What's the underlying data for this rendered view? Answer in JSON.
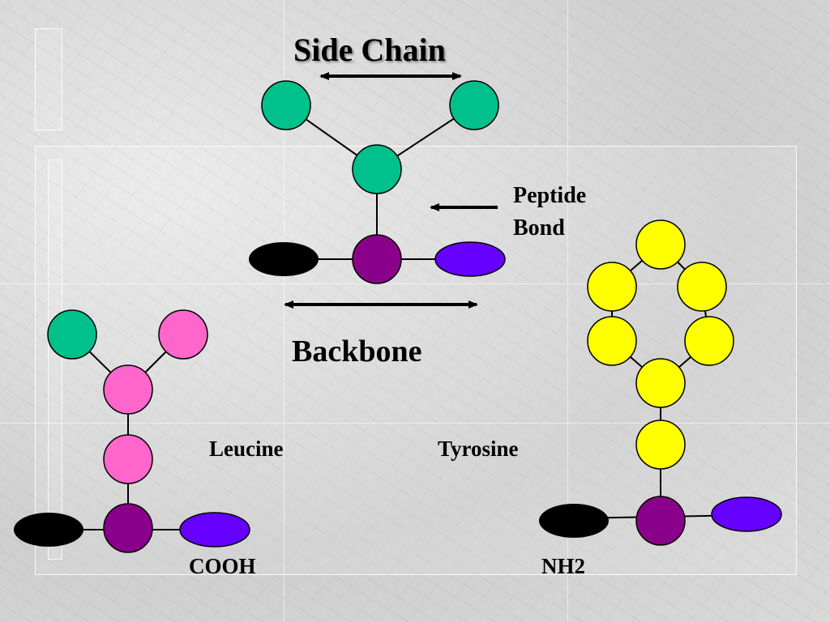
{
  "labels": {
    "side_chain": "Side Chain",
    "peptide_bond_line1": "Peptide",
    "peptide_bond_line2": "Bond",
    "backbone": "Backbone",
    "leucine": "Leucine",
    "tyrosine": "Tyrosine",
    "cooh": "COOH",
    "nh2": "NH2"
  },
  "colors": {
    "side_chain_atom": "#00c08b",
    "leucine_atom": "#ff66cc",
    "tyrosine_atom": "#ffff00",
    "alpha_carbon": "#8b008b",
    "carboxyl_end": "#000000",
    "amino_end": "#6600ff"
  }
}
